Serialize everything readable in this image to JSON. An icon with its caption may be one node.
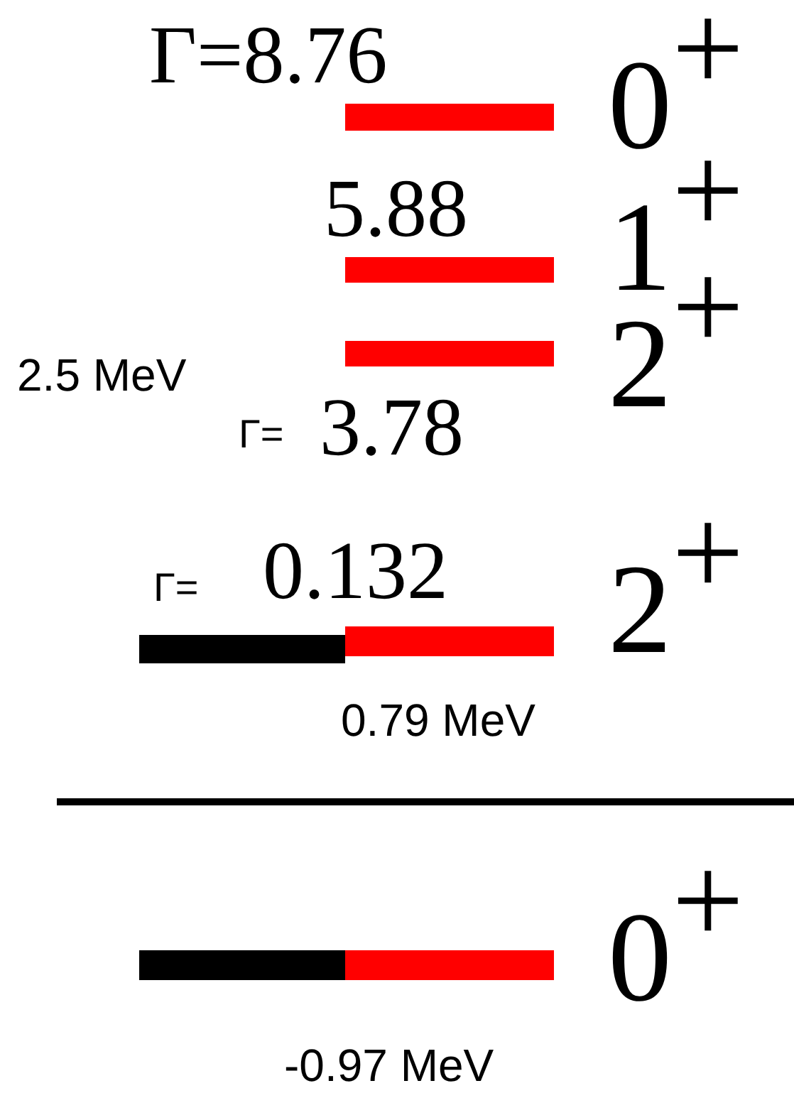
{
  "diagram": {
    "labels": [
      "Γ=8.76",
      "0$^{+}$",
      "5.88",
      "1$^{+}$",
      "2$^{+}$",
      "2.5 MeV",
      "Γ=",
      "3.78",
      "Γ=",
      "0.132",
      "2$^{+}$",
      "0.79 MeV",
      "0$^{+}$",
      "-0.97 MeV"
    ]
  }
}
